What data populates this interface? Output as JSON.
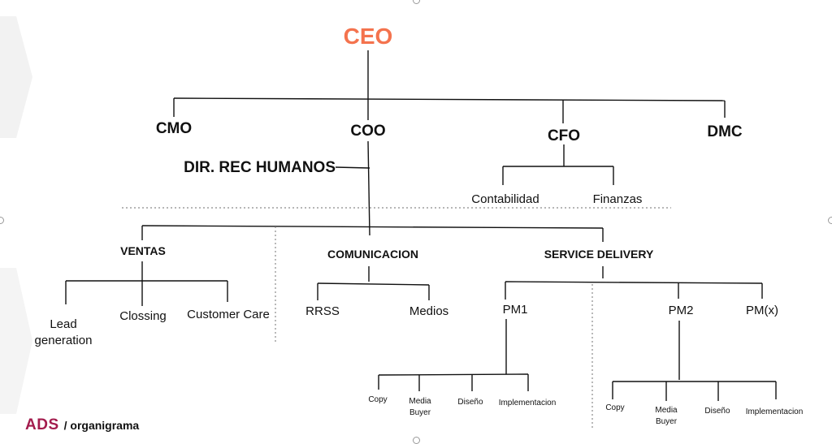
{
  "chart": {
    "ceo": "CEO",
    "cmo": "CMO",
    "coo": "COO",
    "cfo": "CFO",
    "dmc": "DMC",
    "hr": "DIR. REC HUMANOS",
    "cfo_children": [
      "Contabilidad",
      "Finanzas"
    ],
    "ventas": {
      "title": "VENTAS",
      "children": [
        "Lead generation",
        "Clossing",
        "Customer Care"
      ]
    },
    "comunicacion": {
      "title": "COMUNICACION",
      "children": [
        "RRSS",
        "Medios"
      ]
    },
    "service_delivery": {
      "title": "SERVICE DELIVERY",
      "pms": [
        "PM1",
        "PM2",
        "PM(x)"
      ]
    },
    "pm1_children": [
      "Copy",
      "Media Buyer",
      "Diseño",
      "Implementacion"
    ],
    "pm2_children": [
      "Copy",
      "Media Buyer",
      "Diseño",
      "Implementacion"
    ]
  },
  "brand": {
    "logo": "ADS",
    "page": "/ organigrama"
  },
  "colors": {
    "ceo": "#f4734e",
    "brand": "#a31c4d",
    "line": "#111111",
    "dotted": "#8a8a8a"
  }
}
